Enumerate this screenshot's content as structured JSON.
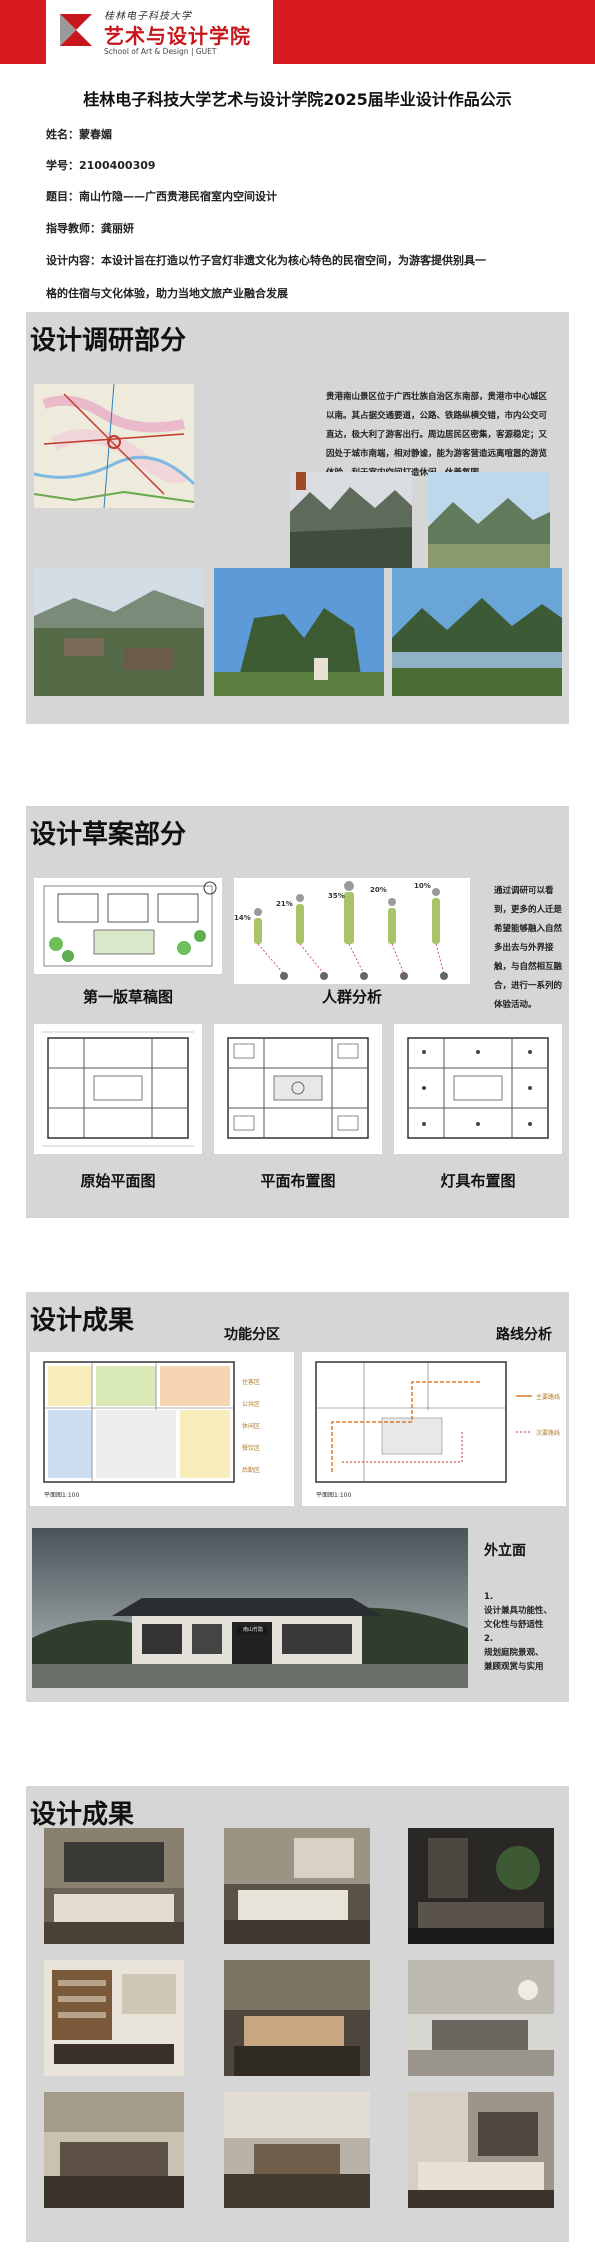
{
  "header": {
    "logo_small": "桂林电子科技大学",
    "logo_big": "艺术与设计学院",
    "logo_en": "School of Art & Design | GUET",
    "brand_color": "#d71920"
  },
  "page_title": "桂林电子科技大学艺术与设计学院2025届毕业设计作品公示",
  "info": {
    "name_label": "姓名：",
    "name_value": "蒙春媚",
    "id_label": "学号：",
    "id_value": "2100400309",
    "topic_label": "题目：",
    "topic_value": "南山竹隐——广西贵港民宿室内空间设计",
    "advisor_label": "指导教师：",
    "advisor_value": "龚丽妍",
    "desc_line1": "设计内容：本设计旨在打造以竹子宫灯非遗文化为核心特色的民宿空间，为游客提供别具一",
    "desc_line2": "格的住宿与文化体验，助力当地文旅产业融合发展"
  },
  "section1": {
    "title": "设计调研部分",
    "text": "贵港南山景区位于广西壮族自治区东南部，贵港市中心城区以南。其占据交通要道，公路、铁路纵横交错，市内公交可直达，极大利了游客出行。周边居民区密集，客源稳定；又因处于城市南端，相对静谧，能为游客营造远离喧嚣的游览体验，利于室内空间打造休闲、休养氛围。"
  },
  "section2": {
    "title": "设计草案部分",
    "side_text": "通过调研可以看到，更多的人迁是希望能够融入自然多出去与外界接触，与自然相互融合，进行一系列的体验活动。",
    "caption_sketch": "第一版草稿图",
    "caption_crowd": "人群分析",
    "caption_original": "原始平面图",
    "caption_layout": "平面布置图",
    "caption_lighting": "灯具布置图",
    "percents": [
      "14%",
      "21%",
      "35%",
      "20%",
      "10%"
    ]
  },
  "section3": {
    "title": "设计成果",
    "caption_func": "功能分区",
    "caption_route": "路线分析",
    "caption_facade": "外立面",
    "facade_points": [
      "1.",
      "设计兼具功能性、",
      "文化性与舒适性",
      "2.",
      "规划庭院景观、",
      "兼顾观赏与实用"
    ],
    "plan_label_1": "平面图1:100",
    "plan_label_2": "平面图1:100",
    "legend_func": [
      "住客区",
      "公共区",
      "休闲区",
      "餐饮区",
      "后勤区"
    ],
    "legend_route": [
      "主要路线",
      "次要路线"
    ],
    "sign_text": "南山竹隐"
  },
  "section4": {
    "title": "设计成果"
  }
}
